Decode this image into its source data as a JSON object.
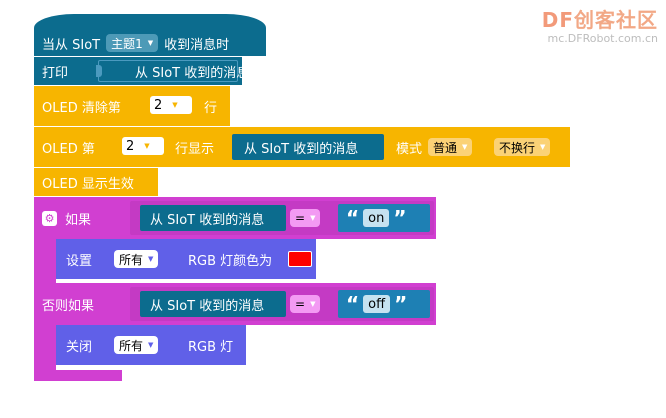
{
  "logo": {
    "brand_df": "DF",
    "brand_cn": "创客社区",
    "url": "mc.DFRobot.com.cn"
  },
  "blocks": {
    "hat": {
      "prefix": "当从 SIoT",
      "topic": "主题1",
      "suffix": "收到消息时"
    },
    "print": {
      "label": "打印",
      "value": "从 SIoT 收到的消息"
    },
    "oled_clear": {
      "label": "OLED 清除第",
      "row": "2",
      "suffix": "行"
    },
    "oled_show": {
      "label": "OLED 第",
      "row": "2",
      "mid": "行显示",
      "value": "从 SIoT 收到的消息",
      "mode_label": "模式",
      "mode": "普通",
      "wrap": "不换行"
    },
    "oled_apply": {
      "label": "OLED 显示生效"
    },
    "if": {
      "label": "如果",
      "value": "从 SIoT 收到的消息",
      "op": "=",
      "str": "on"
    },
    "set": {
      "label": "设置",
      "target": "所有",
      "suffix": "RGB 灯颜色为",
      "color": "#ff0000"
    },
    "elseif": {
      "label": "否则如果",
      "value": "从 SIoT 收到的消息",
      "op": "=",
      "str": "off"
    },
    "off": {
      "label": "关闭",
      "target": "所有",
      "suffix": "RGB 灯"
    }
  }
}
